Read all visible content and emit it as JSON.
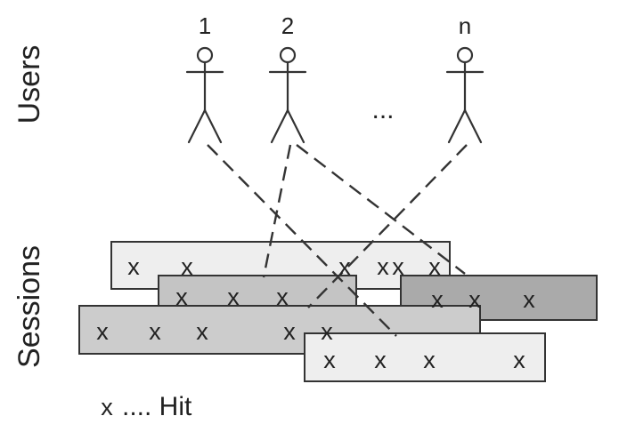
{
  "axis_labels": {
    "users": "Users",
    "sessions": "Sessions"
  },
  "user_labels": [
    "1",
    "2",
    "n"
  ],
  "ellipsis": "...",
  "hit_marker": "x",
  "legend": {
    "marker": "x",
    "text": ".... Hit"
  },
  "colors": {
    "light_bar": "#eeeeee",
    "mid_bar": "#c4c4c4",
    "dark_bar": "#aaaaaa",
    "stroke": "#333333"
  },
  "sessions": [
    {
      "id": "session-a",
      "hits": 6,
      "shade": "light"
    },
    {
      "id": "session-b",
      "hits": 3,
      "shade": "mid"
    },
    {
      "id": "session-c",
      "hits": 3,
      "shade": "dark"
    },
    {
      "id": "session-d",
      "hits": 5,
      "shade": "mid"
    },
    {
      "id": "session-e",
      "hits": 4,
      "shade": "light"
    }
  ]
}
